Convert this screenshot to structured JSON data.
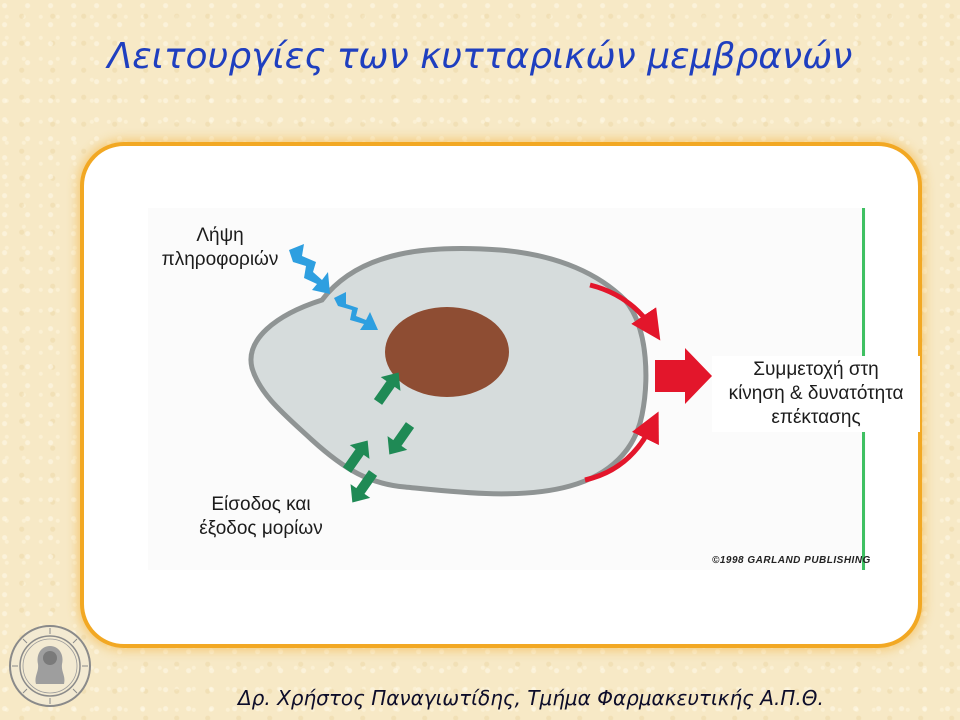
{
  "title": "Λειτουργίες των κυτταρικών μεμβρανών",
  "labels": {
    "signal_line1": "Λήψη",
    "signal_line2": "πληροφοριών",
    "motility_line1": "Συμμετοχή στη",
    "motility_line2": "κίνηση & δυνατότητα",
    "motility_line3": "επέκτασης",
    "transport_line1": "Είσοδος και",
    "transport_line2": "έξοδος μορίων"
  },
  "copyright": "©1998 GARLAND PUBLISHING",
  "footer": "Δρ. Χρήστος Παναγιωτίδης, Τμήμα Φαρμακευτικής Α.Π.Θ.",
  "colors": {
    "title": "#1f3fbf",
    "frame": "#f2a823",
    "cell_fill": "#d6dcdc",
    "cell_border": "#8f9494",
    "nucleus": "#8e4d33",
    "signal_arrows": "#2e9fe0",
    "transport_arrows": "#1f8a55",
    "motility_arrows": "#e3162b"
  }
}
